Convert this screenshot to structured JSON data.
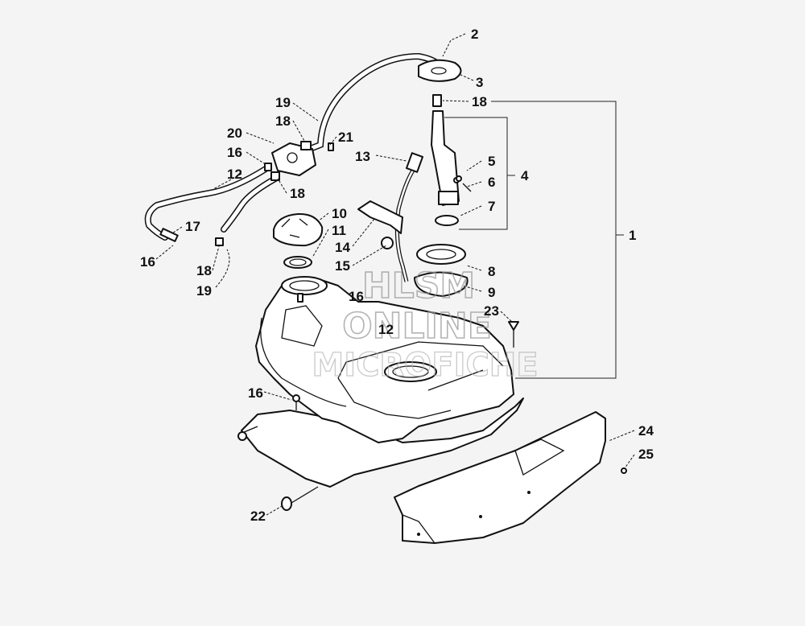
{
  "watermark": {
    "line1": "HLSM",
    "line2": "ONLINE",
    "line3": "MICROFICHE"
  },
  "callouts": [
    {
      "id": "c1",
      "text": "1"
    },
    {
      "id": "c2",
      "text": "2"
    },
    {
      "id": "c3",
      "text": "3"
    },
    {
      "id": "c4",
      "text": "4"
    },
    {
      "id": "c5",
      "text": "5"
    },
    {
      "id": "c6",
      "text": "6"
    },
    {
      "id": "c7",
      "text": "7"
    },
    {
      "id": "c8",
      "text": "8"
    },
    {
      "id": "c9",
      "text": "9"
    },
    {
      "id": "c10",
      "text": "10"
    },
    {
      "id": "c11",
      "text": "11"
    },
    {
      "id": "c12a",
      "text": "12"
    },
    {
      "id": "c12b",
      "text": "12"
    },
    {
      "id": "c13",
      "text": "13"
    },
    {
      "id": "c14",
      "text": "14"
    },
    {
      "id": "c15",
      "text": "15"
    },
    {
      "id": "c16a",
      "text": "16"
    },
    {
      "id": "c16b",
      "text": "16"
    },
    {
      "id": "c16c",
      "text": "16"
    },
    {
      "id": "c16d",
      "text": "16"
    },
    {
      "id": "c17",
      "text": "17"
    },
    {
      "id": "c18a",
      "text": "18"
    },
    {
      "id": "c18b",
      "text": "18"
    },
    {
      "id": "c18c",
      "text": "18"
    },
    {
      "id": "c18d",
      "text": "18"
    },
    {
      "id": "c19a",
      "text": "19"
    },
    {
      "id": "c19b",
      "text": "19"
    },
    {
      "id": "c20",
      "text": "20"
    },
    {
      "id": "c21",
      "text": "21"
    },
    {
      "id": "c22",
      "text": "22"
    },
    {
      "id": "c23",
      "text": "23"
    },
    {
      "id": "c24",
      "text": "24"
    },
    {
      "id": "c25",
      "text": "25"
    }
  ]
}
